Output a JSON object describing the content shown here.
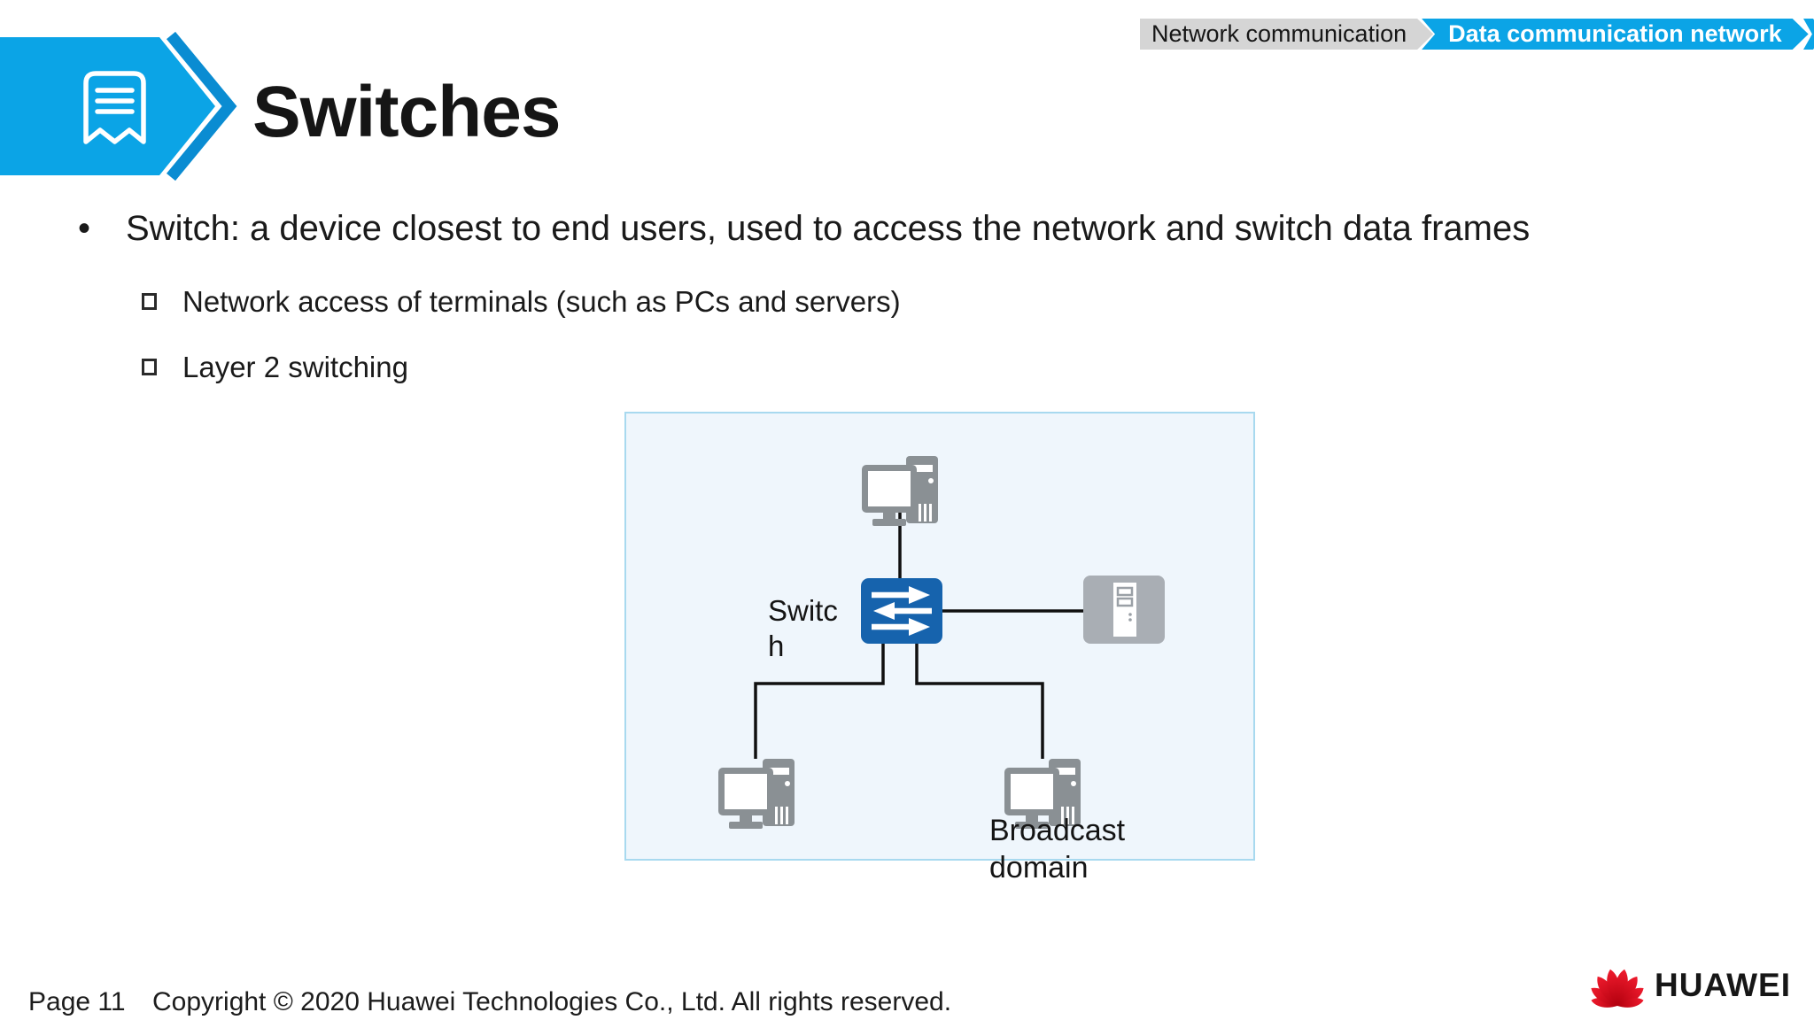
{
  "breadcrumb": {
    "prev": "Network communication",
    "current": "Data communication network"
  },
  "header": {
    "title": "Switches"
  },
  "bullets": {
    "main": "Switch: a device closest to end users, used to access the network and switch data frames",
    "sub": [
      "Network access of terminals (such as PCs and servers)",
      "Layer 2 switching"
    ]
  },
  "diagram": {
    "switch_label": "Switc\nh",
    "broadcast_label": "Broadcast\ndomain"
  },
  "footer": {
    "page_number": "Page 11",
    "copyright": "Copyright © 2020 Huawei Technologies Co., Ltd. All rights reserved."
  },
  "logo": {
    "text": "HUAWEI"
  },
  "colors": {
    "accent_cyan": "#0ba4e6",
    "banner_stripe": "#0a8cd2",
    "switch_blue": "#1663ad",
    "device_gray": "#8a9094",
    "server_gray": "#a9aeb4",
    "diagram_bg": "#eff6fc",
    "diagram_border": "#a8d9ef",
    "breadcrumb_gray": "#d5d5d5",
    "huawei_red": "#cf0a2c"
  }
}
